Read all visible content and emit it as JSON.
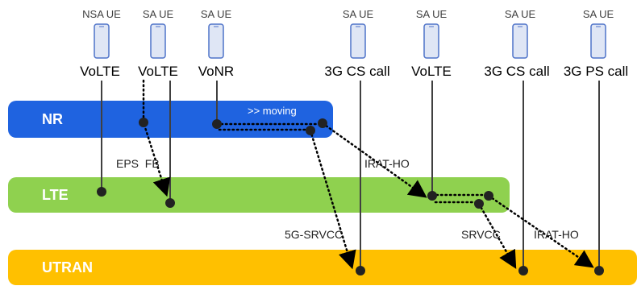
{
  "colors": {
    "nr": "#1f63e0",
    "lte": "#8fd14f",
    "utran": "#ffc000",
    "phone_outline": "#4f73c9",
    "phone_fill": "#dfe6f5"
  },
  "bands": {
    "nr": {
      "label": "NR"
    },
    "lte": {
      "label": "LTE"
    },
    "utran": {
      "label": "UTRAN"
    }
  },
  "ues": [
    {
      "type": "NSA UE",
      "service": "VoLTE",
      "icon": "smartphone-icon"
    },
    {
      "type": "SA UE",
      "service": "VoLTE",
      "icon": "smartphone-icon"
    },
    {
      "type": "SA UE",
      "service": "VoNR",
      "icon": "smartphone-icon"
    },
    {
      "type": "SA UE",
      "service": "3G CS call",
      "icon": "smartphone-icon"
    },
    {
      "type": "SA UE",
      "service": "VoLTE",
      "icon": "smartphone-icon"
    },
    {
      "type": "SA UE",
      "service": "3G CS call",
      "icon": "smartphone-icon"
    },
    {
      "type": "SA UE",
      "service": "3G PS call",
      "icon": "smartphone-icon"
    }
  ],
  "procedures": {
    "moving": ">> moving",
    "eps_fb": "EPS  FB",
    "irat_ho_1": "IRAT-HO",
    "srvcc_5g": "5G-SRVCC",
    "srvcc": "SRVCC",
    "irat_ho_2": "IRAT-HO"
  }
}
